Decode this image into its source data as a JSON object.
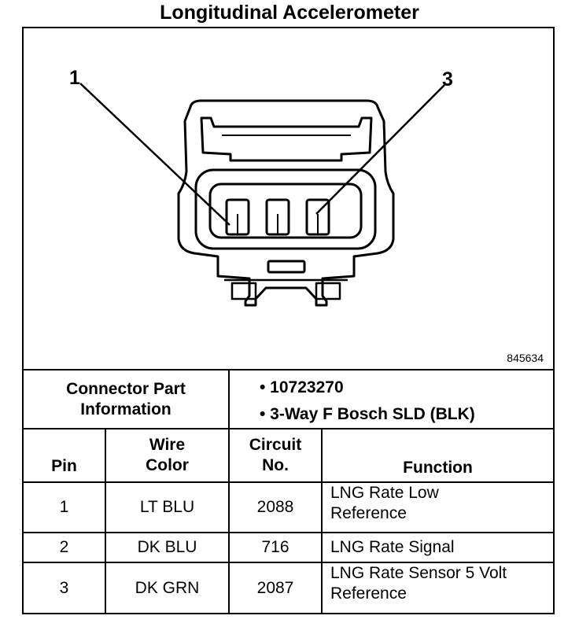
{
  "title": "Longitudinal Accelerometer",
  "figure_number": "845634",
  "callouts": [
    "1",
    "3"
  ],
  "connector_info": {
    "label_line1": "Connector Part",
    "label_line2": "Information",
    "items": [
      "• 10723270",
      "• 3-Way F Bosch SLD (BLK)"
    ]
  },
  "headers": {
    "pin": "Pin",
    "wire_color_line1": "Wire",
    "wire_color_line2": "Color",
    "circuit_line1": "Circuit",
    "circuit_line2": "No.",
    "function": "Function"
  },
  "rows": [
    {
      "pin": "1",
      "wire_color": "LT BLU",
      "circuit": "2088",
      "function_line1": "LNG Rate Low",
      "function_line2": "Reference"
    },
    {
      "pin": "2",
      "wire_color": "DK BLU",
      "circuit": "716",
      "function_line1": "LNG Rate Signal",
      "function_line2": ""
    },
    {
      "pin": "3",
      "wire_color": "DK GRN",
      "circuit": "2087",
      "function_line1": "LNG Rate Sensor 5 Volt",
      "function_line2": "Reference"
    }
  ]
}
